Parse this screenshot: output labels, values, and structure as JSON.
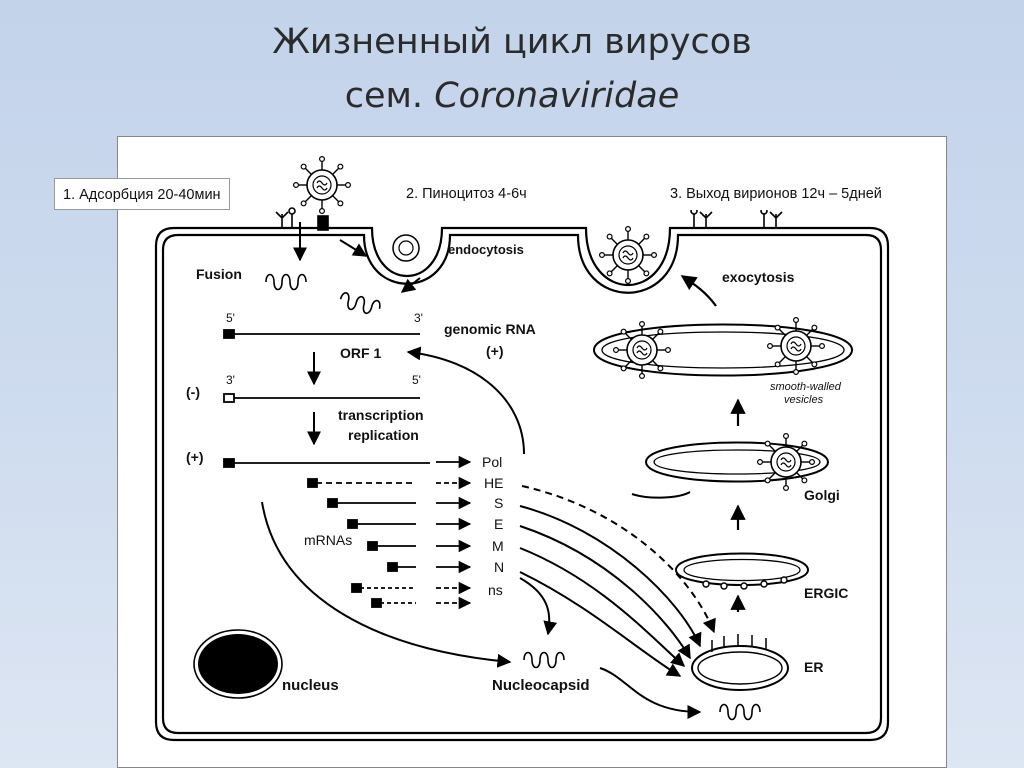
{
  "slide": {
    "title_line1": "Жизненный цикл вирусов",
    "title_line2_prefix": "сем. ",
    "title_line2_italic": "Coronaviridae"
  },
  "stages": {
    "adsorption": "1. Адсорбция 20-40мин",
    "pinocytosis": "2. Пиноцитоз 4-6ч",
    "exit": "3. Выход вирионов 12ч – 5дней"
  },
  "diagram": {
    "fusion": "Fusion",
    "endocytosis": "endocytosis",
    "exocytosis": "exocytosis",
    "five_prime": "5'",
    "three_prime": "3'",
    "orf1": "ORF 1",
    "genomic_rna_line1": "genomic RNA",
    "genomic_rna_line2": "(+)",
    "minus_strand": "(-)",
    "plus_strand": "(+)",
    "transcription": "transcription",
    "replication": "replication",
    "mrnas": "mRNAs",
    "proteins": [
      "Pol",
      "HE",
      "S",
      "E",
      "M",
      "N",
      "ns"
    ],
    "smooth_walled_line1": "smooth-walled",
    "smooth_walled_line2": "vesicles",
    "golgi": "Golgi",
    "ergic": "ERGIC",
    "er": "ER",
    "nucleus": "nucleus",
    "nucleocapsid": "Nucleocapsid"
  }
}
